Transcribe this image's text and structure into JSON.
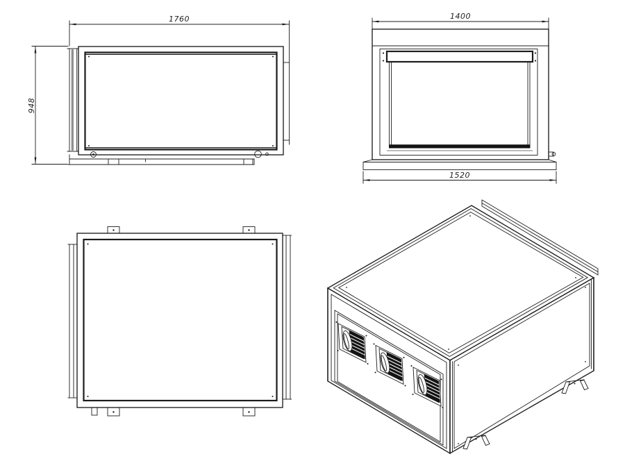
{
  "dimensions": {
    "front_width": "1760",
    "front_height": "948",
    "side_width": "1400",
    "base_length": "1520"
  },
  "isometric": {
    "fan_count": 3
  },
  "colors": {
    "background": "#ffffff",
    "line": "#1c1c1c",
    "rail_shading": "#8f8f8f",
    "fan_wheel": "#141414"
  }
}
